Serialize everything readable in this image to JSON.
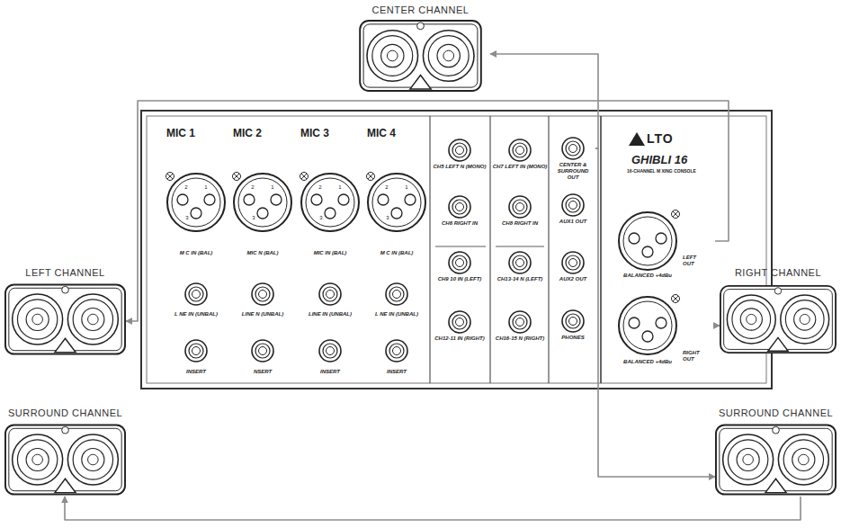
{
  "diagram": {
    "nodes": [
      {
        "text": [
          "CENTER CHANNEL"
        ]
      },
      {
        "text": [
          "LEFT CHANNEL"
        ]
      },
      {
        "text": [
          "GHIBLI 16",
          "16-CHANNEL M XING CONSOLE"
        ]
      },
      {
        "text": [
          "CENTER & SURROUND OUT"
        ],
        "in": 2
      },
      {
        "text": [
          "BALANCED +4dBu",
          "LEFT OUT"
        ],
        "in": 2
      },
      {
        "text": [
          "BALANCED +4dBu",
          "RIGHT OUT"
        ],
        "in": 2
      },
      {
        "text": [
          "RIGHT CHANNEL"
        ]
      },
      {
        "text": [
          "SURROUND CHANNEL"
        ]
      },
      {
        "text": [
          "SURROUND CHANNEL"
        ]
      }
    ],
    "edges": [
      {
        "from": 4,
        "to": 1,
        "arrow": "to"
      },
      {
        "from": 3,
        "to": 0,
        "arrow": "to"
      },
      {
        "from": 5,
        "to": 6,
        "arrow": "to"
      },
      {
        "from": 3,
        "to": 8,
        "arrow": "to"
      },
      {
        "from": 8,
        "to": 7,
        "arrow": "to"
      }
    ],
    "labels": [
      "MIC 1",
      "MIC 2",
      "MIC 3",
      "MIC 4",
      "2",
      "1",
      "3",
      "2",
      "1",
      "3",
      "2",
      "1",
      "3",
      "2",
      "1",
      "3",
      "M C IN (BAL)",
      "MIC N (BAL)",
      "MIC IN (BAL)",
      "M C IN (BAL)",
      "L NE IN (UNBAL)",
      "LINE N (UNBAL)",
      "LINE IN (UNBAL)",
      "L NE IN (UNBAL)",
      "INSERT",
      "NSERT",
      "INSERT",
      "INSERT",
      "CH5 LEFT N (MONO)",
      "CH6 RIGHT IN",
      "CH9 10 IN (LEFT)",
      "CH12-11 IN (RIGHT)",
      "CH7 LEFT IN (MONO)",
      "CH8 RIGHT IN",
      "CH13-14 N (LEFT)",
      "CH16-15 N (RIGHT)",
      "AUX1 OUT",
      "AUX2 OUT",
      "PHONES",
      "LTO"
    ]
  }
}
